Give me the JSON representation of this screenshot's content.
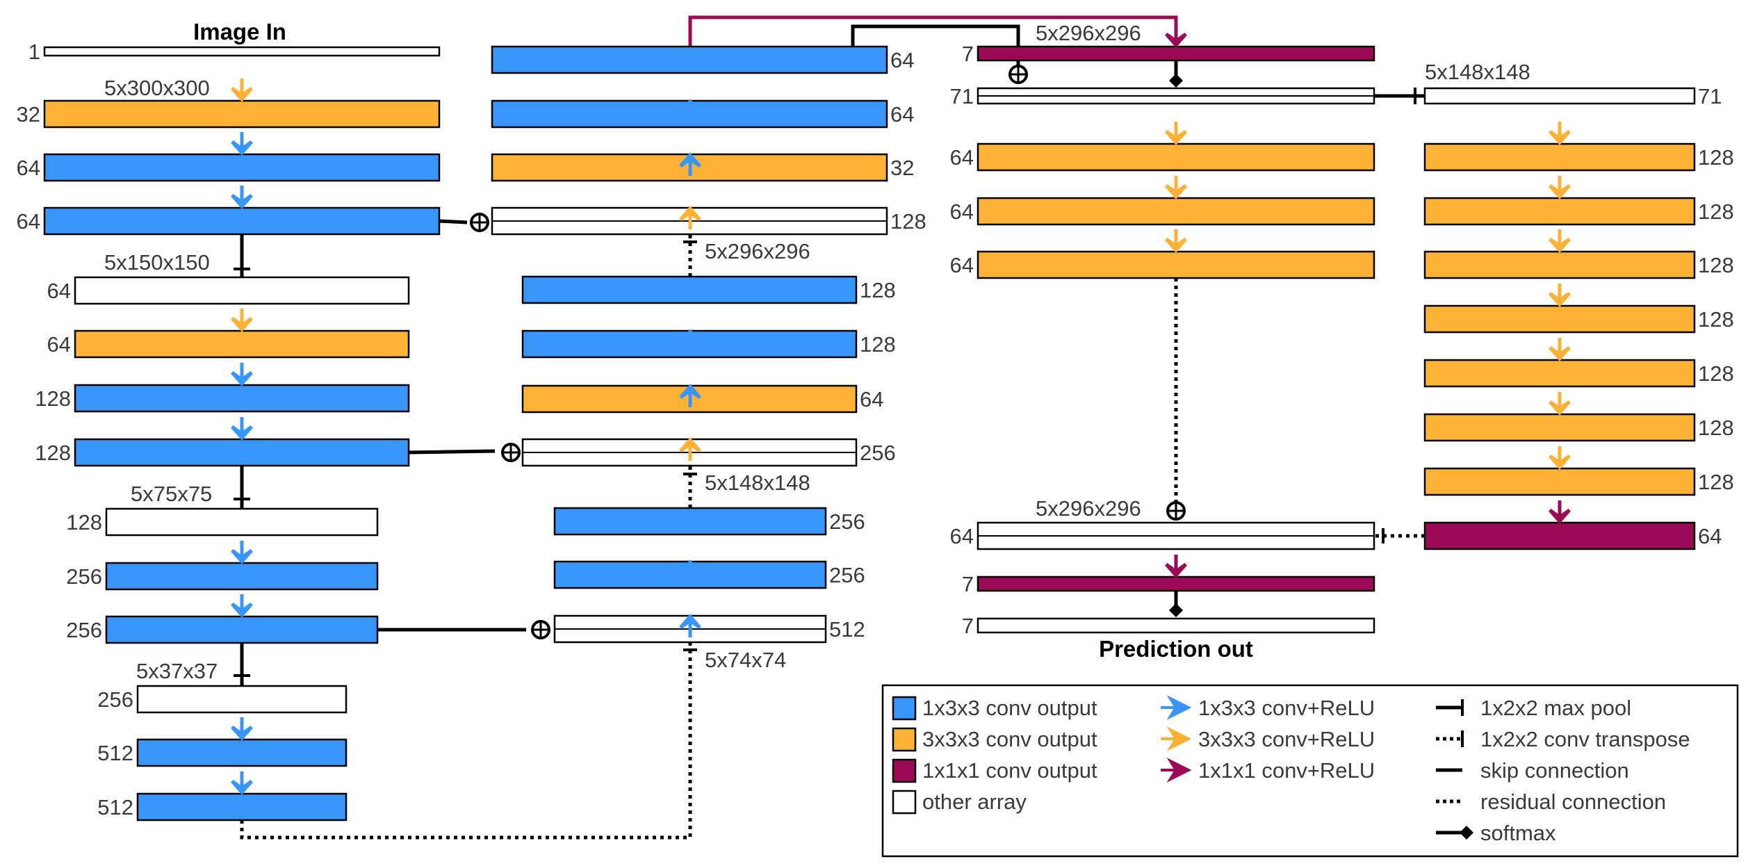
{
  "colors": {
    "conv1x3x3": "#3896fb",
    "conv3x3x3": "#fdb135",
    "conv1x1x1": "#9b0a55",
    "other": "#ffffff",
    "stroke": "#000000",
    "label": "#3a3a3a"
  },
  "titles": {
    "input": "Image In",
    "output": "Prediction out"
  },
  "blocks": [
    {
      "id": "e0",
      "kind": "other",
      "thin": true,
      "ch": "1"
    },
    {
      "id": "e1",
      "kind": "orange",
      "ch": "32"
    },
    {
      "id": "e2",
      "kind": "blue",
      "ch": "64"
    },
    {
      "id": "e3",
      "kind": "blue",
      "ch": "64"
    },
    {
      "id": "e4",
      "kind": "other",
      "ch": "64"
    },
    {
      "id": "e5",
      "kind": "orange",
      "ch": "64"
    },
    {
      "id": "e6",
      "kind": "blue",
      "ch": "128"
    },
    {
      "id": "e7",
      "kind": "blue",
      "ch": "128"
    },
    {
      "id": "e8",
      "kind": "other",
      "ch": "128"
    },
    {
      "id": "e9",
      "kind": "blue",
      "ch": "256"
    },
    {
      "id": "e10",
      "kind": "blue",
      "ch": "256"
    },
    {
      "id": "e11",
      "kind": "other",
      "ch": "256"
    },
    {
      "id": "e12",
      "kind": "blue",
      "ch": "512"
    },
    {
      "id": "e13",
      "kind": "blue",
      "ch": "512"
    },
    {
      "id": "d0",
      "kind": "other",
      "split": true,
      "ch": "512"
    },
    {
      "id": "d1",
      "kind": "blue",
      "ch": "256"
    },
    {
      "id": "d2",
      "kind": "blue",
      "ch": "256"
    },
    {
      "id": "d3",
      "kind": "other",
      "split": true,
      "ch": "256"
    },
    {
      "id": "d4",
      "kind": "orange",
      "ch": "64"
    },
    {
      "id": "d5",
      "kind": "blue",
      "ch": "128"
    },
    {
      "id": "d6",
      "kind": "blue",
      "ch": "128"
    },
    {
      "id": "d7",
      "kind": "other",
      "split": true,
      "ch": "128"
    },
    {
      "id": "d8",
      "kind": "orange",
      "ch": "32"
    },
    {
      "id": "d9",
      "kind": "blue",
      "ch": "64"
    },
    {
      "id": "d10",
      "kind": "blue",
      "ch": "64"
    },
    {
      "id": "r0",
      "kind": "purple",
      "thin": true,
      "ch": "7"
    },
    {
      "id": "r1",
      "kind": "other",
      "split": true,
      "ch": "71"
    },
    {
      "id": "r2",
      "kind": "orange",
      "ch": "64"
    },
    {
      "id": "r3",
      "kind": "orange",
      "ch": "64"
    },
    {
      "id": "r4",
      "kind": "orange",
      "ch": "64"
    },
    {
      "id": "r5",
      "kind": "other",
      "split": true,
      "ch": "64"
    },
    {
      "id": "r6",
      "kind": "purple",
      "thin": true,
      "ch": "7"
    },
    {
      "id": "r7",
      "kind": "other",
      "thin": true,
      "ch": "7"
    },
    {
      "id": "f0",
      "kind": "other",
      "ch": "71"
    },
    {
      "id": "f1",
      "kind": "orange",
      "ch": "128"
    },
    {
      "id": "f2",
      "kind": "orange",
      "ch": "128"
    },
    {
      "id": "f3",
      "kind": "orange",
      "ch": "128"
    },
    {
      "id": "f4",
      "kind": "orange",
      "ch": "128"
    },
    {
      "id": "f5",
      "kind": "orange",
      "ch": "128"
    },
    {
      "id": "f6",
      "kind": "orange",
      "ch": "128"
    },
    {
      "id": "f7",
      "kind": "orange",
      "ch": "128"
    },
    {
      "id": "f8",
      "kind": "purple",
      "ch": "64"
    }
  ],
  "size_labels": [
    {
      "id": "s1",
      "text": "5x300x300"
    },
    {
      "id": "s2",
      "text": "5x150x150"
    },
    {
      "id": "s3",
      "text": "5x75x75"
    },
    {
      "id": "s4",
      "text": "5x37x37"
    },
    {
      "id": "s5",
      "text": "5x74x74"
    },
    {
      "id": "s6",
      "text": "5x148x148"
    },
    {
      "id": "s7",
      "text": "5x296x296"
    },
    {
      "id": "s8",
      "text": "5x296x296"
    },
    {
      "id": "s9",
      "text": "5x148x148"
    },
    {
      "id": "s10",
      "text": "5x296x296"
    }
  ],
  "legend": {
    "items": [
      {
        "type": "swatch",
        "kind": "blue",
        "text": "1x3x3 conv output"
      },
      {
        "type": "swatch",
        "kind": "orange",
        "text": "3x3x3 conv output"
      },
      {
        "type": "swatch",
        "kind": "purple",
        "text": "1x1x1 conv output"
      },
      {
        "type": "swatch",
        "kind": "other",
        "text": "other array"
      },
      {
        "type": "arrow",
        "kind": "blue",
        "text": "1x3x3 conv+ReLU"
      },
      {
        "type": "arrow",
        "kind": "orange",
        "text": "3x3x3 conv+ReLU"
      },
      {
        "type": "arrow",
        "kind": "purple",
        "text": "1x1x1 conv+ReLU"
      },
      {
        "type": "line",
        "style": "maxpool",
        "text": "1x2x2 max pool"
      },
      {
        "type": "line",
        "style": "transpose",
        "text": "1x2x2 conv transpose"
      },
      {
        "type": "line",
        "style": "skip",
        "text": "skip connection"
      },
      {
        "type": "line",
        "style": "residual",
        "text": "residual connection"
      },
      {
        "type": "line",
        "style": "softmax",
        "text": "softmax"
      }
    ]
  }
}
